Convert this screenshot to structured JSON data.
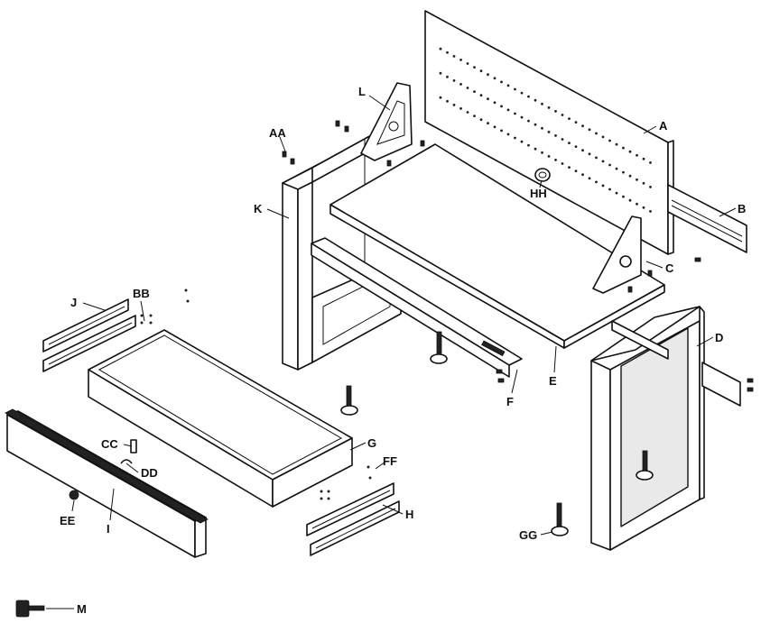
{
  "labels": {
    "A": "A",
    "B": "B",
    "C": "C",
    "D": "D",
    "E": "E",
    "F": "F",
    "G": "G",
    "H": "H",
    "I": "I",
    "J": "J",
    "K": "K",
    "L": "L",
    "M": "M",
    "AA": "AA",
    "BB": "BB",
    "CC": "CC",
    "DD": "DD",
    "EE": "EE",
    "FF": "FF",
    "GG": "GG",
    "HH": "HH"
  },
  "colors": {
    "line": "#111111",
    "fill": "#ffffff",
    "hardware": "#222222"
  },
  "icons": {
    "key": "key-icon",
    "foot": "leveling-foot-icon"
  }
}
